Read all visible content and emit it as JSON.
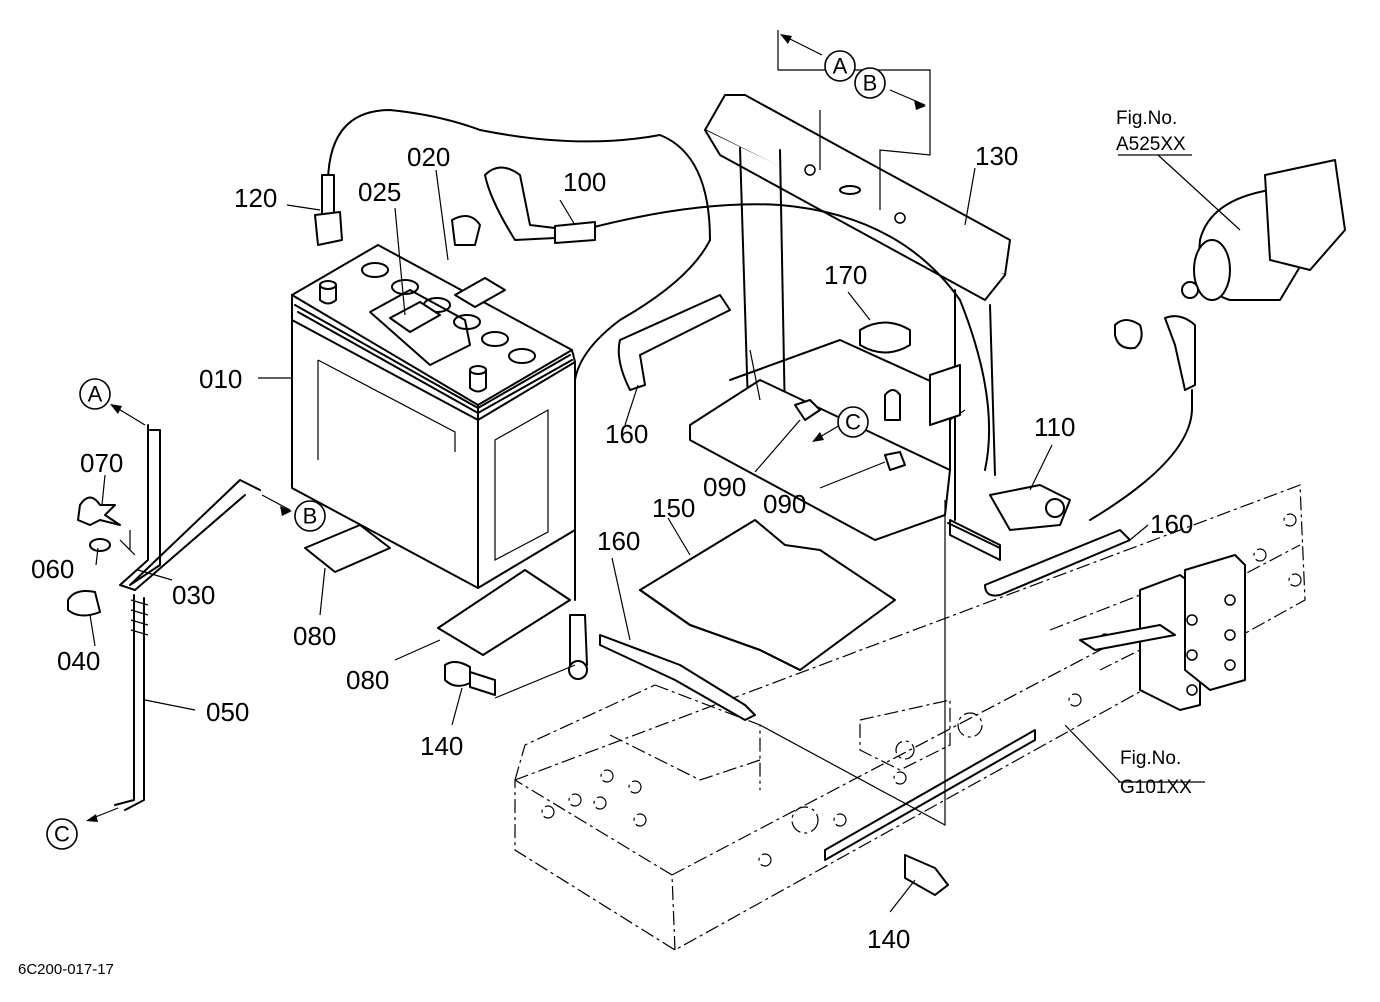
{
  "parts": {
    "p010": "010",
    "p020": "020",
    "p025": "025",
    "p030": "030",
    "p040": "040",
    "p050": "050",
    "p060": "060",
    "p070": "070",
    "p080a": "080",
    "p080b": "080",
    "p090a": "090",
    "p090b": "090",
    "p100": "100",
    "p110": "110",
    "p120": "120",
    "p130": "130",
    "p140a": "140",
    "p140b": "140",
    "p150": "150",
    "p160a": "160",
    "p160b": "160",
    "p160c": "160",
    "p170": "170"
  },
  "connectors": {
    "A_top": "A",
    "B_top": "B",
    "A_left": "A",
    "B_left": "B",
    "C_left": "C",
    "C_mid": "C"
  },
  "figure_refs": {
    "starter_line1": "Fig.No.",
    "starter_line2": "A525XX",
    "frame_line1": "Fig.No.",
    "frame_line2": "G101XX"
  },
  "diagram_code": "6C200-017-17"
}
